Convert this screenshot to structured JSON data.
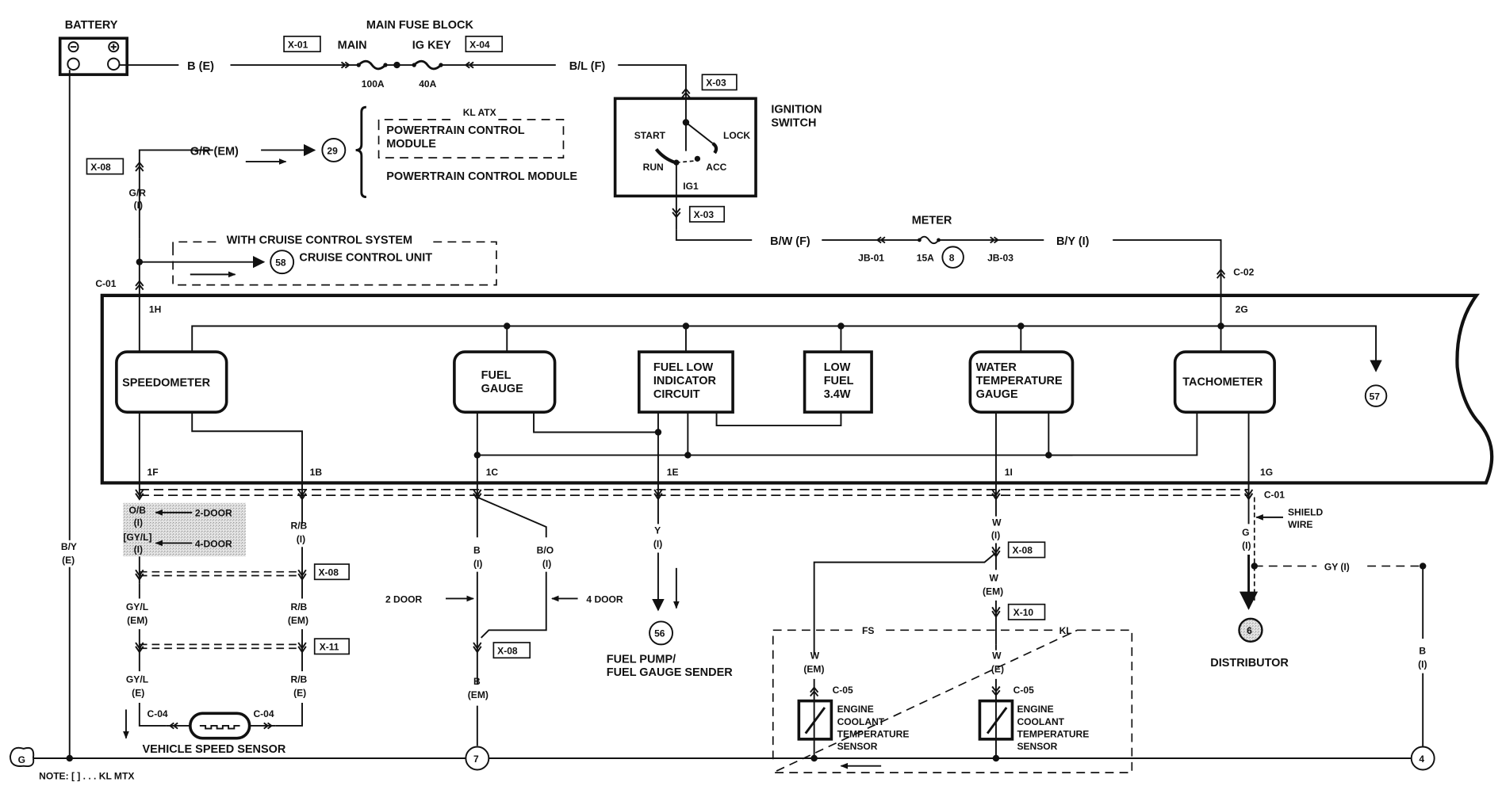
{
  "battery": {
    "label": "BATTERY",
    "neg": "−",
    "pos": "+"
  },
  "fuse_block": {
    "title": "MAIN FUSE BLOCK",
    "main": {
      "name": "MAIN",
      "rating": "100A"
    },
    "igkey": {
      "name": "IG KEY",
      "rating": "40A"
    },
    "conn_left": "X-01",
    "conn_right": "X-04"
  },
  "wires": {
    "b_e": "B (E)",
    "bl_f": "B/L (F)",
    "gr_em": "G/R (EM)",
    "gr_i": [
      "G/R",
      "(I)"
    ],
    "by_e": [
      "B/Y",
      "(E)"
    ],
    "bw_f": "B/W (F)",
    "by_i": "B/Y (I)",
    "ob_i": [
      "O/B",
      "(I)"
    ],
    "gyl_i": [
      "[GY/L]",
      "(I)"
    ],
    "rb_i": [
      "R/B",
      "(I)"
    ],
    "gyl_em": [
      "GY/L",
      "(EM)"
    ],
    "rb_em": [
      "R/B",
      "(EM)"
    ],
    "gyl_e": [
      "GY/L",
      "(E)"
    ],
    "rb_e": [
      "R/B",
      "(E)"
    ],
    "b_i": [
      "B",
      "(I)"
    ],
    "bo_i": [
      "B/O",
      "(I)"
    ],
    "b_em": [
      "B",
      "(EM)"
    ],
    "y_i": [
      "Y",
      "(I)"
    ],
    "w_i": [
      "W",
      "(I)"
    ],
    "w_em": [
      "W",
      "(EM)"
    ],
    "w_em2": [
      "W",
      "(EM)"
    ],
    "w_e": [
      "W",
      "(E)"
    ],
    "g_i": [
      "G",
      "(I)"
    ],
    "gy_i": "GY (I)",
    "b_i2": [
      "B",
      "(I)"
    ]
  },
  "connectors": {
    "x08_a": "X-08",
    "x03_a": "X-03",
    "x03_b": "X-03",
    "c01_a": "C-01",
    "c02": "C-02",
    "c01_b": "C-01",
    "x08_b": "X-08",
    "x11": "X-11",
    "x08_c": "X-08",
    "x08_d": "X-08",
    "x10": "X-10",
    "c04_l": "C-04",
    "c04_r": "C-04",
    "c05_l": "C-05",
    "c05_r": "C-05",
    "jb01": "JB-01",
    "jb03": "JB-03"
  },
  "pcm": {
    "ref": "29",
    "kl_atx": "KL ATX",
    "line1": "POWERTRAIN CONTROL",
    "line2": "MODULE",
    "other": "POWERTRAIN CONTROL MODULE"
  },
  "cruise": {
    "title": "WITH CRUISE CONTROL SYSTEM",
    "ref": "58",
    "label": "CRUISE CONTROL UNIT"
  },
  "ignition": {
    "label": [
      "IGNITION",
      "SWITCH"
    ],
    "start": "START",
    "lock": "LOCK",
    "run": "RUN",
    "acc": "ACC",
    "ig1": "IG1"
  },
  "meter_fuse": {
    "name": "METER",
    "rating": "15A",
    "ref": "8"
  },
  "cluster": {
    "pins": {
      "p1h": "1H",
      "p2g": "2G",
      "p1f": "1F",
      "p1b": "1B",
      "p1c": "1C",
      "p1e": "1E",
      "p1i": "1I",
      "p1g": "1G"
    },
    "speedometer": "SPEEDOMETER",
    "fuel_gauge": [
      "FUEL",
      "GAUGE"
    ],
    "fuel_low": [
      "FUEL LOW",
      "INDICATOR",
      "CIRCUIT"
    ],
    "low_fuel": [
      "LOW",
      "FUEL",
      "3.4W"
    ],
    "water_temp": [
      "WATER",
      "TEMPERATURE",
      "GAUGE"
    ],
    "tachometer": "TACHOMETER",
    "ref57": "57"
  },
  "door_notes": {
    "two_door_shaded": "2-DOOR",
    "four_door_shaded": "4-DOOR",
    "two_door": "2 DOOR",
    "four_door": "4 DOOR"
  },
  "vss": {
    "label": "VEHICLE SPEED SENSOR"
  },
  "fuel_pump": {
    "ref": "56",
    "label": [
      "FUEL PUMP/",
      "FUEL GAUGE SENDER"
    ]
  },
  "ect": {
    "fs": "FS",
    "kl": "KL",
    "label": [
      "ENGINE",
      "COOLANT",
      "TEMPERATURE",
      "SENSOR"
    ]
  },
  "distributor": {
    "ref": "6",
    "label": "DISTRIBUTOR",
    "shield": [
      "SHIELD",
      "WIRE"
    ]
  },
  "ground": {
    "symbol": "G",
    "ref7": "7",
    "ref4": "4"
  },
  "note": "NOTE: [ ] . . . KL MTX"
}
